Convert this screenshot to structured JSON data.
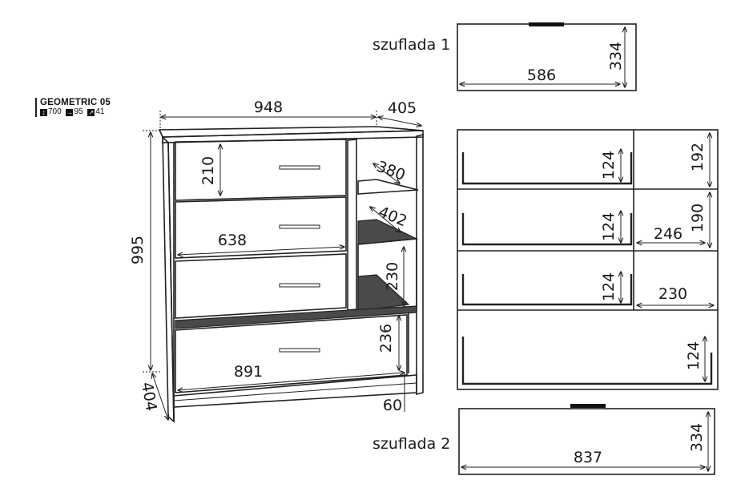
{
  "brand": {
    "title": "GEOMETRIC 05",
    "specs": [
      {
        "icon": "height-icon",
        "glyph": "↕",
        "value": "700"
      },
      {
        "icon": "width-icon",
        "glyph": "→",
        "value": "95"
      },
      {
        "icon": "depth-icon",
        "glyph": "↗",
        "value": "41"
      }
    ]
  },
  "labels": {
    "drawer1": "szuflada 1",
    "drawer2": "szuflada 2"
  },
  "dims": {
    "width": "948",
    "depth": "405",
    "height": "995",
    "side_depth": "404",
    "drawer_front_h": "210",
    "drawer_front_w": "638",
    "shelf_depth_top": "380",
    "shelf_depth_mid": "402",
    "niche_h": "230",
    "bottom_drawer_h": "236",
    "bottom_drawer_w": "891",
    "plinth_h": "60",
    "d1_w": "586",
    "d1_d": "334",
    "d2_w": "837",
    "d2_d": "334",
    "box1_h": "124",
    "box2_h": "124",
    "box3_h": "124",
    "box4_h": "124",
    "sec1_h": "192",
    "sec2_h": "190",
    "sec2_w": "246",
    "sec3_w": "230"
  }
}
